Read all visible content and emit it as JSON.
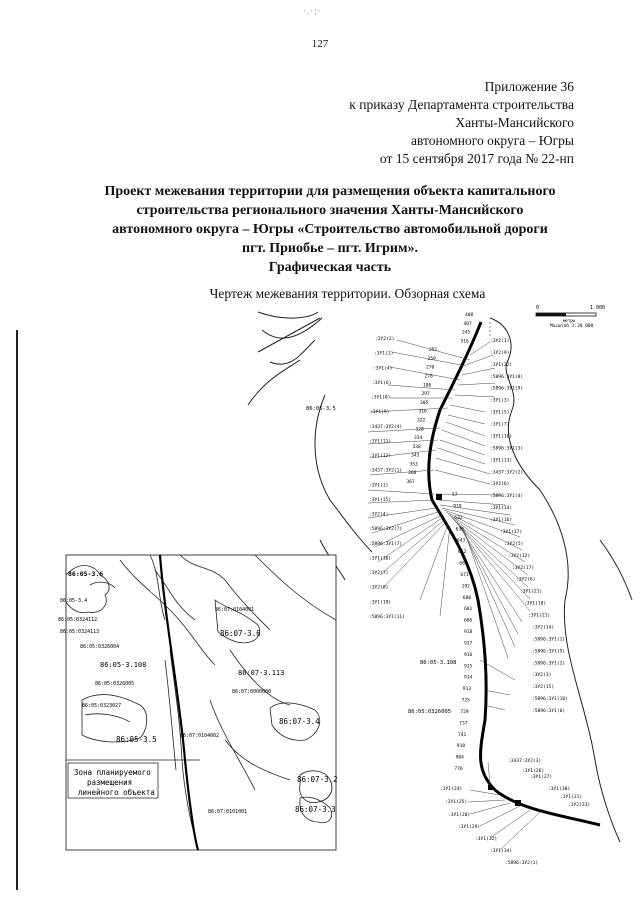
{
  "page_number": "127",
  "scan_mark": "·.·:·",
  "appendix": {
    "line1": "Приложение 36",
    "line2": "к приказу Департамента строительства",
    "line3": "Ханты-Мансийского",
    "line4": "автономного округа – Югры",
    "line5": "от 15 сентября 2017 года № 22-нп"
  },
  "title": {
    "line1": "Проект межевания территории для размещения объекта капитального",
    "line2": "строительства регионального значения Ханты-Мансийского",
    "line3": "автономного округа – Югры «Строительство автомобильной дороги",
    "line4": "пгт. Приобье – пгт. Игрим».",
    "line5": "Графическая часть"
  },
  "caption": "Чертеж межевания территории. Обзорная схема",
  "scale_bar": {
    "zero": "0",
    "max": "1 000",
    "unit": "метры",
    "scale": "Масштаб 1:20 000"
  },
  "inset_map": {
    "labels": {
      "z1": "86:05-3.6",
      "z2": "86:05:0324112",
      "z3": "86:05:0324113",
      "z4": "86:05:0326004",
      "z5": "86:05-3.108",
      "z6": "86:05:0326005",
      "z7": "86:05:0323027",
      "z8": "86:05-3.5",
      "z9": "86:07:0104001",
      "z10": "86:07-3.6",
      "z11": "86:07-3.113",
      "z12": "86:07:0000000",
      "z13": "86:07:0104002",
      "z14": "86:07-3.4",
      "z15": "86:07-3.2",
      "z16": "86:07:0101001",
      "z17": "86:07-3.3",
      "z18": "86:05-3.4"
    },
    "legend": {
      "line1": "Зона планируемого",
      "line2": "размещения",
      "line3": "линейного объекта"
    }
  },
  "main_map": {
    "zone_labels": {
      "a": "86:05-3.5",
      "b": "86:05-3.108",
      "c": "86:05:0326005"
    },
    "left_labels": [
      ":ЗУ2(2)",
      ":ЗУ1(2)",
      ":ЗУ1(4)",
      ":ЗУ1(6)",
      ":ЗУ1(8)",
      ":ЗУ1(9)",
      ":3437:ЗУ2(4)",
      ":ЗУ1(11)",
      ":ЗУ1(12)",
      ":3437:ЗУ2(1)",
      ":ЗУ1(1)",
      ":ЗУ1(15)",
      ":ЗУ2(4)",
      ":5896:ЗУ2(7)",
      ":5896:ЗУ1(7)",
      ":ЗУ1(16)",
      ":ЗУ2(7)",
      ":ЗУ2(8)",
      ":ЗУ1(19)",
      ":5896:ЗУ1(11)"
    ],
    "right_labels": [
      ":ЗУ2(1)",
      ":ЗУ2(9)",
      ":ЗУ1(22)",
      ":5896:ЗУ1(8)",
      ":5896:ЗУ1(9)",
      ":ЗУ1(3)",
      ":ЗУ1(5)",
      ":ЗУ1(7)",
      ":ЗУ1(10)",
      ":5896:ЗУ1(3)",
      ":ЗУ1(13)",
      ":3437:ЗУ2(2)",
      ":ЗУ2(6)",
      ":5896:ЗУ1(4)",
      ":ЗУ1(14)",
      ":ЗУ1(16)",
      ":ЗУ1(17)",
      ":ЗУ2(5)",
      ":ЗУ2(12)",
      ":ЗУ2(17)",
      ":ЗУ2(6)",
      ":ЗУ1(21)",
      ":ЗУ1(18)",
      ":ЗУ1(21)",
      ":ЗУ2(14)",
      ":5896:ЗУ1(1)",
      ":5896:ЗУ1(5)",
      ":5896:ЗУ1(2)",
      ":ЗУ2(3)",
      ":ЗУ2(15)",
      ":5896:ЗУ1(10)",
      ":5896:ЗУ1(6)"
    ],
    "numbers_top": [
      "408",
      "407",
      "245",
      "516",
      "251",
      "259",
      "270",
      "278",
      "186",
      "297",
      "305",
      "316",
      "322",
      "328",
      "334",
      "338",
      "343",
      "353",
      "360",
      "367"
    ],
    "numbers_mid": [
      "57",
      "919",
      "632",
      "636",
      "643",
      "652",
      "661",
      "671",
      "192",
      "680",
      "681",
      "686",
      "918",
      "917",
      "916",
      "915",
      "914",
      "913",
      "725",
      "729",
      "737",
      "741",
      "910",
      "904",
      "776"
    ],
    "bottom_labels": [
      ":3437:ЗУ2(3)",
      ":ЗУ1(26)",
      ":ЗУ1(27)",
      ":ЗУ1(24)",
      ":ЗУ1(30)",
      ":ЗУ1(31)",
      ":ЗУ1(25)",
      ":ЗУ2(33)",
      ":ЗУ1(28)",
      ":ЗУ1(29)",
      ":ЗУ1(32)",
      ":ЗУ1(34)",
      ":5896:ЗУ2(1)"
    ]
  }
}
